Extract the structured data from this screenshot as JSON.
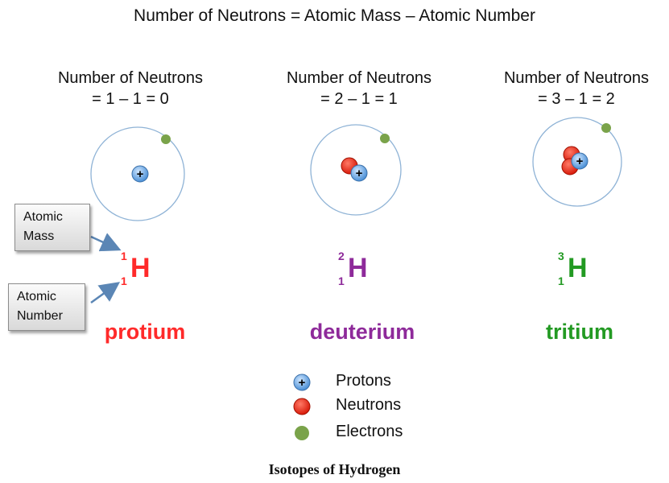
{
  "formula": "Number of Neutrons = Atomic Mass – Atomic Number",
  "isotopes": [
    {
      "calc_line1": "Number of Neutrons",
      "calc_line2": "= 1 – 1 = 0",
      "mass_number": "1",
      "atomic_number": "1",
      "symbol": "H",
      "name": "protium",
      "color": "#ff2a2a",
      "neutrons": 0
    },
    {
      "calc_line1": "Number of Neutrons",
      "calc_line2": "= 2 – 1 = 1",
      "mass_number": "2",
      "atomic_number": "1",
      "symbol": "H",
      "name": "deuterium",
      "color": "#8e2a9a",
      "neutrons": 1
    },
    {
      "calc_line1": "Number of Neutrons",
      "calc_line2": "= 3 – 1 = 2",
      "mass_number": "3",
      "atomic_number": "1",
      "symbol": "H",
      "name": "tritium",
      "color": "#239a23",
      "neutrons": 2
    }
  ],
  "callouts": {
    "atomic_mass": "Atomic Mass",
    "atomic_number": "Atomic Number"
  },
  "legend": {
    "protons": "Protons",
    "neutrons": "Neutrons",
    "electrons": "Electrons"
  },
  "proton_symbol": "+",
  "caption": "Isotopes of Hydrogen",
  "colors": {
    "proton": "#5aa0e0",
    "neutron": "#ee2211",
    "electron": "#7aa34a",
    "orbit": "#8fb3d6",
    "arrow": "#5b86b5"
  }
}
